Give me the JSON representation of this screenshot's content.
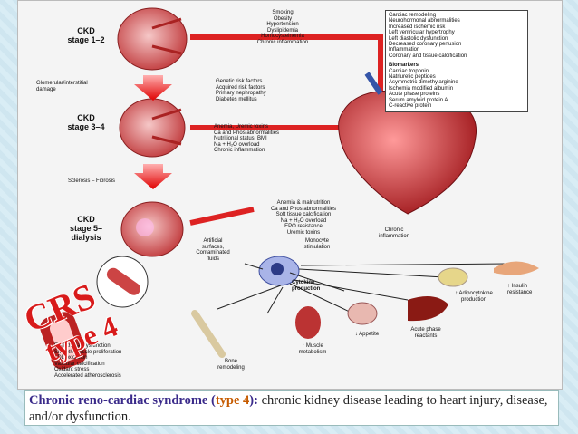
{
  "diagram": {
    "stages": [
      {
        "line1": "CKD",
        "line2": "stage 1–2",
        "line3": ""
      },
      {
        "line1": "CKD",
        "line2": "stage 3–4",
        "line3": ""
      },
      {
        "line1": "CKD",
        "line2": "stage 5–",
        "line3": "dialysis"
      }
    ],
    "between_labels": [
      "Glomerular/interstitial\ndamage",
      "Sclerosis – Fibrosis"
    ],
    "risk_factors_1": [
      "Smoking",
      "Obesity",
      "Hypertension",
      "Dyslipidemia",
      "Homocysteinemia",
      "Chronic inflammation"
    ],
    "risk_factors_2": [
      "Genetic risk factors",
      "Acquired risk factors",
      "Primary nephropathy",
      "Diabetes mellitus"
    ],
    "risk_factors_3": [
      "Anemia, Uremic toxins",
      "Ca and Phos abnormalities",
      "Nutritional status, BMI",
      "Na + H₂O overload",
      "Chronic inflammation"
    ],
    "risk_factors_4": [
      "Anemia & malnutrition",
      "Ca and Phos abnormalities",
      "Soft tissue calcification",
      "Na + H₂O overload",
      "EPO resistance",
      "Uremic toxins"
    ],
    "cardiac_box": [
      "Cardiac remodeling",
      "Neurohormonal abnormalities",
      "Increased ischemic risk",
      "Left ventricular hypertrophy",
      "Left diastolic dysfunction",
      "Decreased coronary perfusion",
      "Inflammation",
      "Coronary and tissue calcification"
    ],
    "biomarkers_title": "Biomarkers",
    "biomarkers": [
      "Cardiac troponin",
      "Natriuretic peptides",
      "Asymmetric dimethylarginine",
      "Ischemia modified albumin",
      "Acute phase proteins",
      "Serum amyloid protein A",
      "C-reactive protein"
    ],
    "chronic_inflammation": "Chronic\ninflammation",
    "artificial_surfaces": "Artificial\nsurfaces,\nContaminated\nfluids",
    "monocyte_stimulation": "Monocyte\nstimulation",
    "cytokine_production": "Cytokine\nproduction",
    "insulin_resistance": "↑ Insulin\nresistance",
    "adipocytokine": "↑ Adipocytokine\nproduction",
    "acute_phase": "Acute phase\nreactants",
    "appetite": "↓ Appetite",
    "muscle": "↑ Muscle\nmetabolism",
    "bone": "Bone\nremodeling",
    "vessel_effects": [
      "Endothelial dysfunction",
      "Smooth muscle proliferation",
      "LDL oxidation",
      "Vascular calcification",
      "Oxidant stress",
      "Accelerated atherosclerosis"
    ]
  },
  "stamp": {
    "line1": "CRS",
    "line2": "type 4"
  },
  "caption": {
    "title": "Chronic reno-cardiac syndrome",
    "open_paren": " (",
    "tag": "type 4",
    "close": "):",
    "body": " chronic kidney disease leading to heart injury, disease, and/or dysfunction."
  },
  "colors": {
    "accent_red": "#d81a1a",
    "title_blue": "#3a2a8a",
    "tag_orange": "#c65b00"
  }
}
